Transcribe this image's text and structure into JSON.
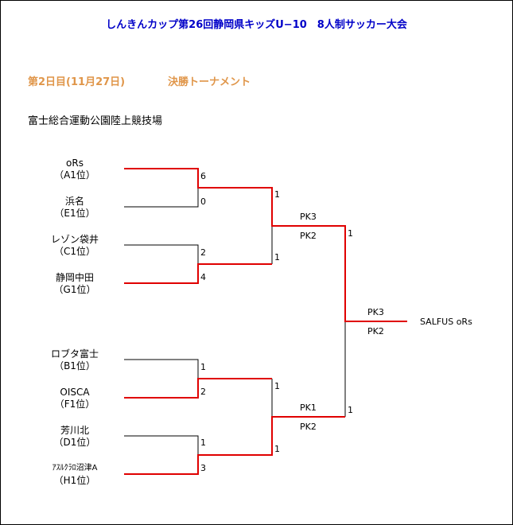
{
  "title": "しんきんカップ第26回静岡県キッズU−10　8人制サッカー大会",
  "day": "第2日目(11月27日)",
  "stage": "決勝トーナメント",
  "venue": "富士総合運動公園陸上競技場",
  "teams": [
    {
      "name": "oRs",
      "seed": "（A1位）"
    },
    {
      "name": "浜名",
      "seed": "（E1位）"
    },
    {
      "name": "レゾン袋井",
      "seed": "（C1位）"
    },
    {
      "name": "静岡中田",
      "seed": "（G1位）"
    },
    {
      "name": "ロブタ富士",
      "seed": "（B1位）"
    },
    {
      "name": "OISCA",
      "seed": "（F1位）"
    },
    {
      "name": "芳川北",
      "seed": "（D1位）"
    },
    {
      "name": "ｱｽﾙｸﾗﾛ沼津A",
      "seed": "（H1位）"
    }
  ],
  "r1_scores": [
    "6",
    "0",
    "2",
    "4",
    "1",
    "2",
    "1",
    "3"
  ],
  "r2_scores": [
    "1",
    "1",
    "1",
    "1"
  ],
  "semi_pk": [
    "PK3",
    "PK2",
    "PK1",
    "PK2"
  ],
  "final_scores": [
    "1",
    "1"
  ],
  "final_pk": [
    "PK3",
    "PK2"
  ],
  "champion": "SALFUS oRs",
  "colors": {
    "winner_line": "#e00000",
    "loser_line": "#000000",
    "title": "#0000c8",
    "subtitle": "#e0964a"
  }
}
